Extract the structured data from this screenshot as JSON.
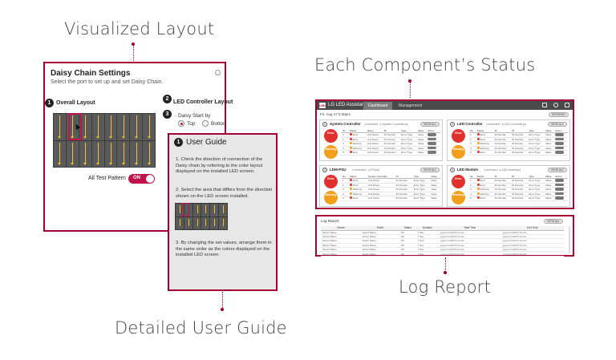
{
  "callouts": {
    "visualized": "Visualized Layout",
    "status": "Each Component’s Status",
    "guide": "Detailed User Guide",
    "log": "Log Report"
  },
  "daisy": {
    "title": "Daisy Chain Settings",
    "subtitle": "Select the port to set up and set Daisy Chain.",
    "step1": "1",
    "overall": "Overall Layout",
    "step2": "2",
    "controller_layout": "LED Controller Layout",
    "step3": "3",
    "start_by": "· Daisy Start by",
    "opt_top": "Top",
    "opt_bottom": "Bottom",
    "test_pattern": "All Test Pattern",
    "toggle": "ON"
  },
  "guide": {
    "num": "1",
    "title": "User Guide",
    "step1": "1. Check the direction of connection of the Daisy chain by referring to the color layout displayed on the installed LED screen.",
    "step2": "2. Select the area that differs from the direction shown on the LED screen installed.",
    "step3": "3. By changing the set values, arrange them in the same order as the colors displayed on the installed LED screen."
  },
  "dashboard": {
    "logo": "LED",
    "app": "LG LED Assistant",
    "tab_dashboard": "Dashboard",
    "tab_management": "Management",
    "date": "Fri, Aug 17 5:30pm",
    "refresh": "REFRESH",
    "view_all": "VIEW ALL",
    "boxes": [
      {
        "n": "1",
        "title": "System Controller",
        "sub": "Connected : s-System Controller(s)",
        "badge1": "Error",
        "badge2": "Warning",
        "c2": "Name"
      },
      {
        "n": "2",
        "title": "LED Controller",
        "sub": "Connected : s-LED Controller(s)",
        "badge1": "Error",
        "badge2": "Warning",
        "c2": "ID"
      },
      {
        "n": "3",
        "title": "LDM-PSU",
        "sub": "Connected : n-PSU(s)",
        "badge1": "Error",
        "badge2": "Warning",
        "c2": "System Controller"
      },
      {
        "n": "4",
        "title": "LED Module",
        "sub": "Connected : s-LED Module(s)",
        "badge1": "Error",
        "badge2": "Warning",
        "c2": "ID"
      }
    ],
    "table_headers": [
      "No.",
      "Status",
      "Name",
      "ID",
      "Type",
      "Value",
      "Action"
    ],
    "row_status": [
      "Error",
      "Error",
      "Warning",
      "Warning",
      "Error"
    ],
    "row_name": "Unit Name",
    "row_id": "ID Number",
    "row_type": "Error Type",
    "row_value": "Value",
    "row_action": "VIEW"
  },
  "log": {
    "title": "Log Report",
    "view_all": "VIEW ALL",
    "headers": [
      "Device",
      "Event",
      "Status",
      "Duration",
      "Start Time",
      "End Time"
    ],
    "rows": [
      [
        "Server Name",
        "Event Name",
        "OK",
        "7 Sec",
        "yyyy.mm.dd hh:mm:ss",
        "yyyy.mm.dd hh:mm:ss"
      ],
      [
        "Server Name",
        "Event Name",
        "OK",
        "7 Sec",
        "yyyy.mm.dd hh:mm:ss",
        "yyyy.mm.dd hh:mm:ss"
      ],
      [
        "Server Name",
        "Event Name",
        "OK",
        "7 Sec",
        "yyyy.mm.dd hh:mm:ss",
        "yyyy.mm.dd hh:mm:ss"
      ],
      [
        "Server Name",
        "Event Name",
        "OK",
        "7 Sec",
        "yyyy.mm.dd hh:mm:ss",
        "yyyy.mm.dd hh:mm:ss"
      ],
      [
        "Server Name",
        "Event Name",
        "OK",
        "7 Sec",
        "yyyy.mm.dd hh:mm:ss",
        "yyyy.mm.dd hh:mm:ss"
      ],
      [
        "Server Name",
        "Event Name",
        "OK",
        "7 Sec",
        "yyyy.mm.dd hh:mm:ss",
        "yyyy.mm.dd hh:mm:ss"
      ]
    ]
  },
  "colors": {
    "accent": "#a50034",
    "error": "#e0312e",
    "warning": "#f2a01c"
  }
}
